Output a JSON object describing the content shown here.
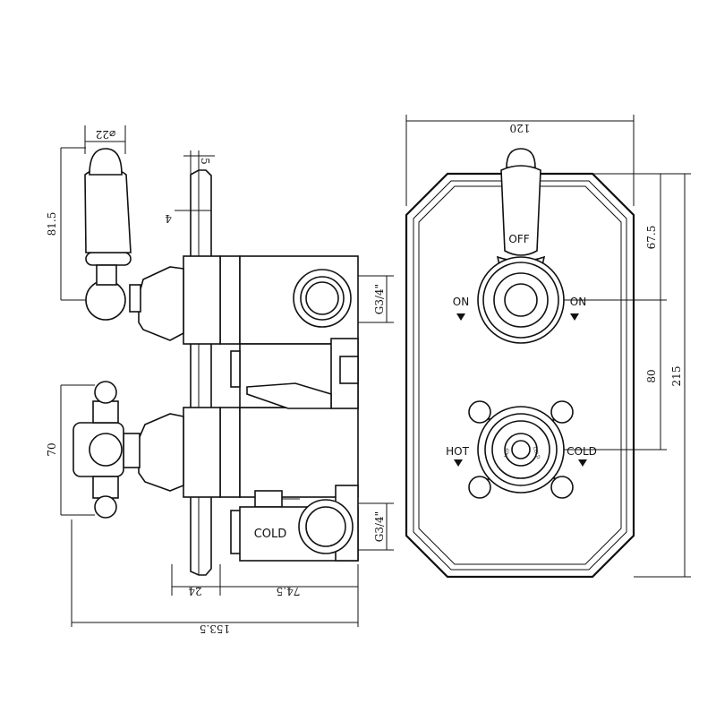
{
  "dimensions": {
    "handle_diameter": "⌀22",
    "top_gap": "5",
    "plate_thickness": "4",
    "lever_height": "81.5",
    "cross_height": "70",
    "overall_depth": "153.5",
    "plate_to_body": "24",
    "body_depth": "74.5",
    "width": "120",
    "upper_offset": "67.5",
    "center_spacing": "80",
    "overall_height": "215"
  },
  "connections": {
    "upper": "G3/4\"",
    "lower": "G3/4\""
  },
  "labels": {
    "off": "OFF",
    "on_left": "ON",
    "on_right": "ON",
    "hot": "HOT",
    "cold": "COLD",
    "side_cold": "COLD",
    "dial_hot": "HOT",
    "dial_cold": "COLD"
  }
}
